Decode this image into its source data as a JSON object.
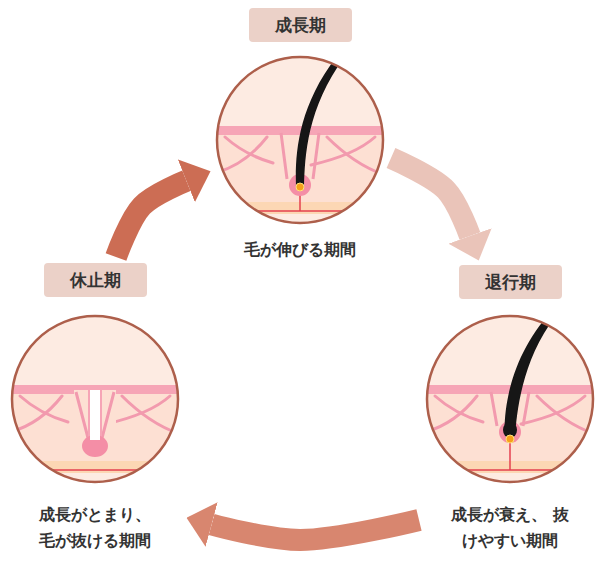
{
  "diagram": {
    "nodes": [
      {
        "text": [
          "成長期",
          "毛が伸びる期間"
        ]
      },
      {
        "text": [
          "退行期",
          "成長が衰え、 抜けやすい期間"
        ]
      },
      {
        "text": [
          "休止期",
          "成長がとまり、 毛が抜ける期間"
        ]
      }
    ],
    "edges": [
      {
        "from": 0,
        "to": 1,
        "arrow": "to"
      },
      {
        "from": 1,
        "to": 2,
        "arrow": "to"
      },
      {
        "from": 2,
        "to": 0,
        "arrow": "to"
      }
    ]
  }
}
